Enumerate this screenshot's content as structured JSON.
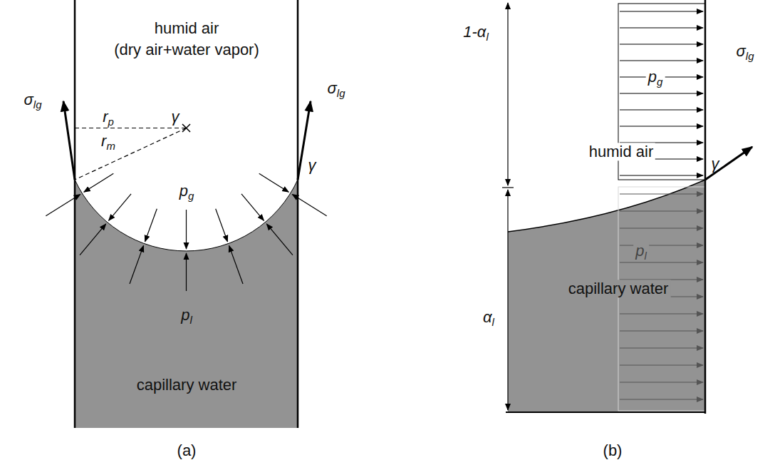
{
  "diagram": {
    "labels": [
      "humid air",
      "(dry air+water vapor)",
      "σlg",
      "σlg",
      "rp",
      "rm",
      "γ",
      "γ",
      "pg",
      "pl",
      "capillary water",
      "(a)",
      "1-αl",
      "humid air",
      "pg",
      "σlg",
      "γ",
      "αl",
      "pl",
      "capillary water",
      "(b)"
    ]
  }
}
